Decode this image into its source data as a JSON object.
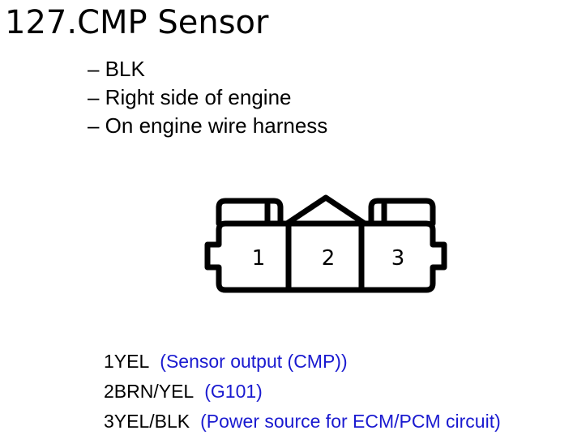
{
  "title": {
    "number": "127.",
    "text": "CMP Sensor"
  },
  "details": [
    "– BLK",
    "– Right side of engine",
    "– On engine wire harness"
  ],
  "connector": {
    "terminals": [
      "1",
      "2",
      "3"
    ]
  },
  "pins": [
    {
      "terminal": "1",
      "wire": "YEL",
      "description": "(Sensor output (CMP))"
    },
    {
      "terminal": "2",
      "wire": "BRN/YEL",
      "description": "(G101)"
    },
    {
      "terminal": "3",
      "wire": "YEL/BLK",
      "description": "(Power source for ECM/PCM circuit)"
    }
  ],
  "colors": {
    "text": "#000000",
    "description": "#1a1ad0",
    "outline": "#000000"
  }
}
